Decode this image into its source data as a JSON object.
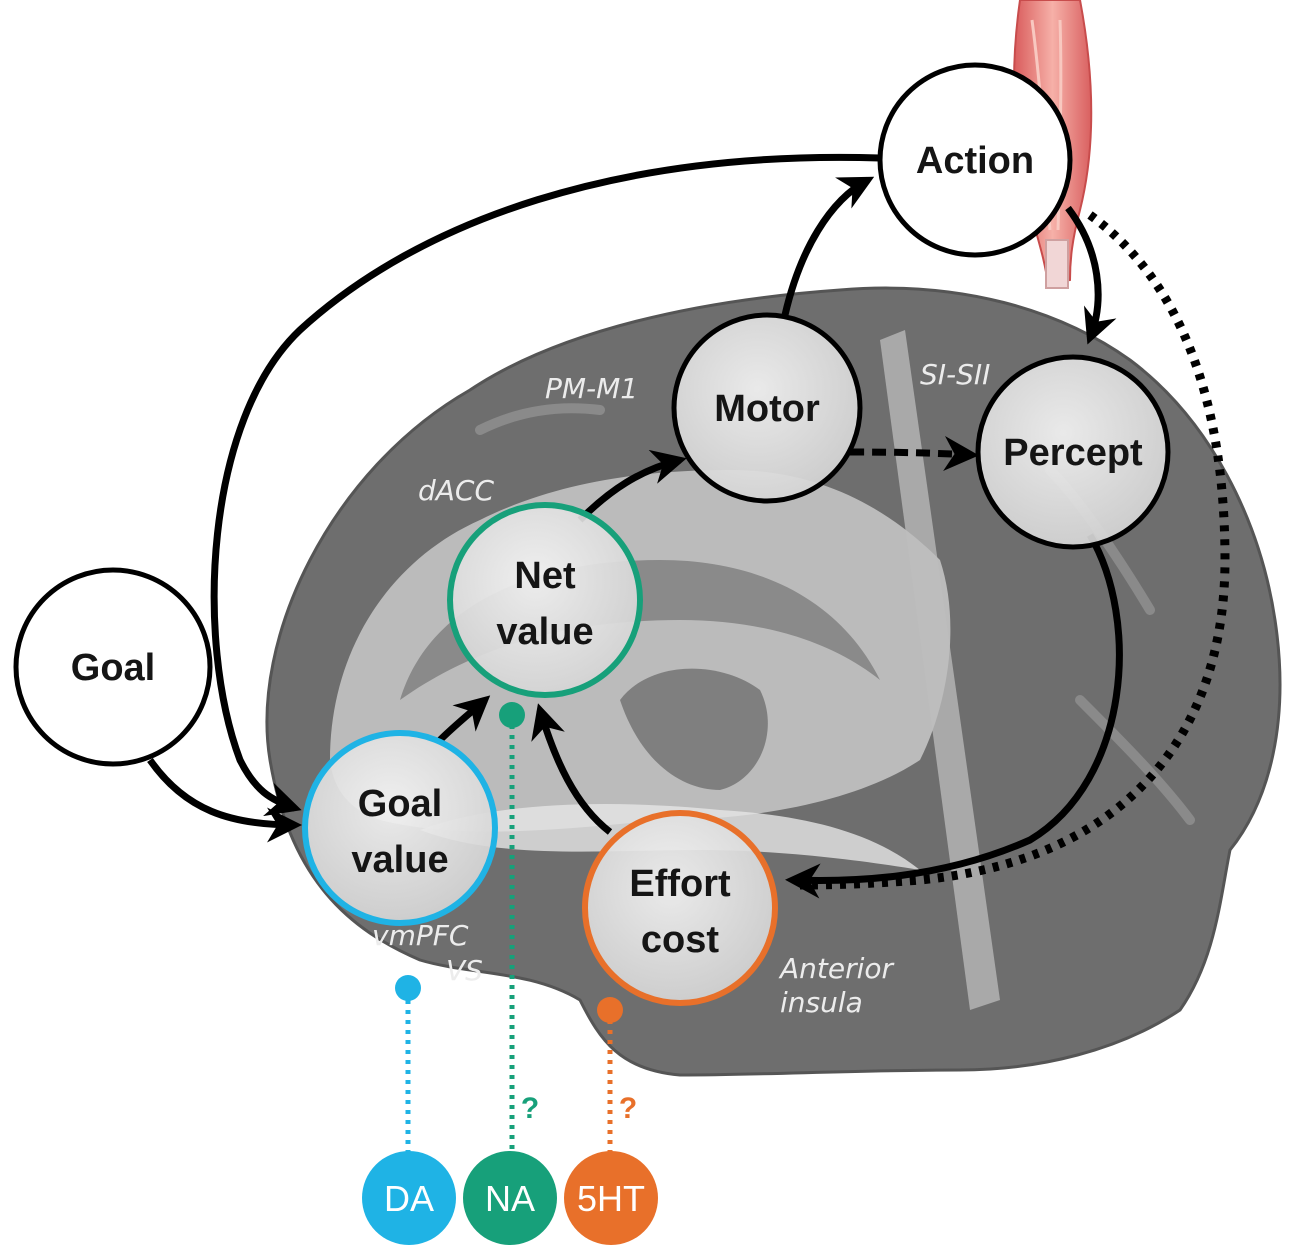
{
  "nodes": {
    "action": "Action",
    "motor": "Motor",
    "percept": "Percept",
    "goal": "Goal",
    "net_value": [
      "Net",
      "value"
    ],
    "goal_value": [
      "Goal",
      "value"
    ],
    "effort_cost": [
      "Effort",
      "cost"
    ]
  },
  "regions": {
    "pm_m1": "PM-M1",
    "si_sii": "SI-SII",
    "dacc": "dACC",
    "vmpfc": "vmPFC",
    "vs": "VS",
    "anterior_insula": [
      "Anterior",
      "insula"
    ]
  },
  "neurotransmitters": {
    "da": "DA",
    "na": "NA",
    "sht": "5HT",
    "na_question": "?",
    "sht_question": "?"
  },
  "colors": {
    "da": "#1fb3e5",
    "na": "#17a07a",
    "sht": "#e8702a",
    "brain": "#6f6f6f",
    "muscle": "#e98a8a"
  }
}
